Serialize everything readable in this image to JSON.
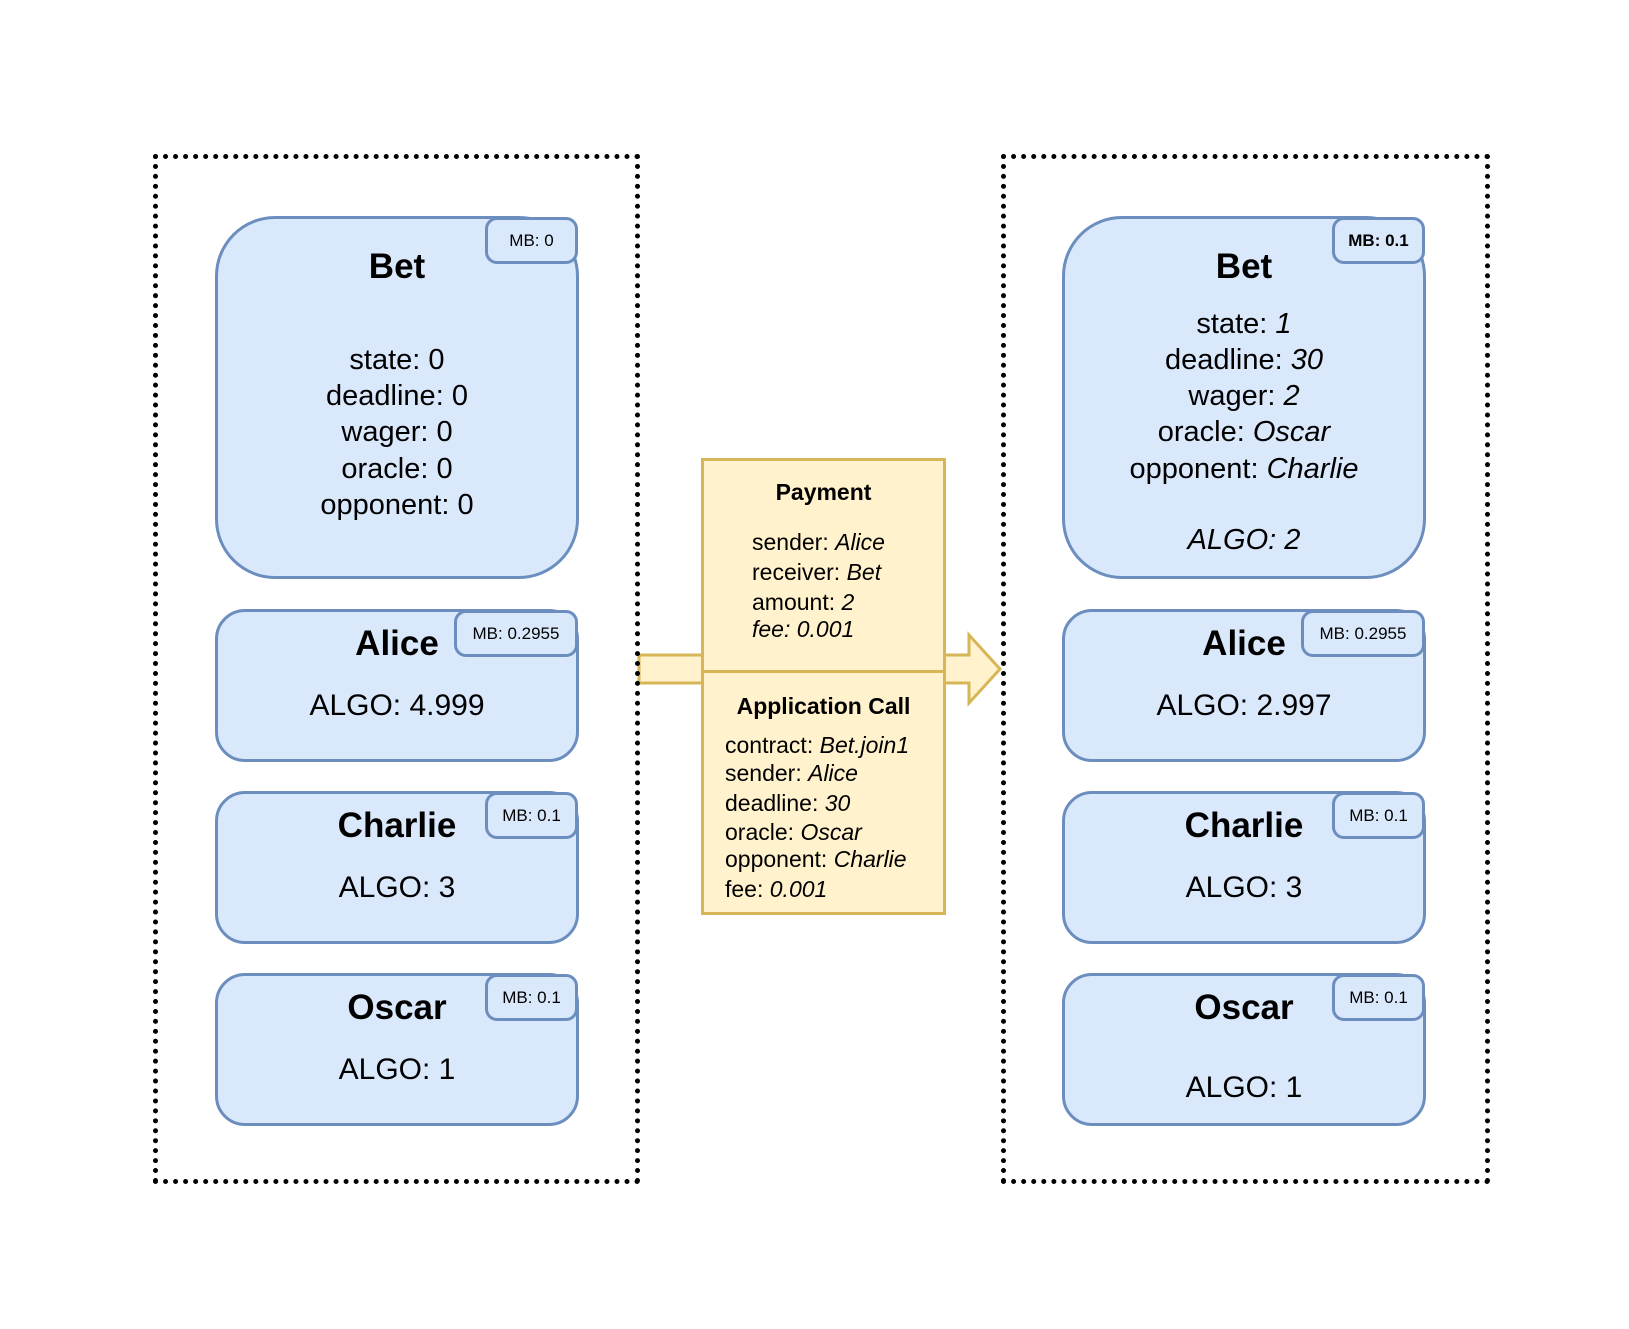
{
  "before": {
    "bet": {
      "title": "Bet",
      "mb": "MB: 0",
      "fields": [
        {
          "label": "state: ",
          "value": "0"
        },
        {
          "label": "deadline: ",
          "value": "0"
        },
        {
          "label": "wager: ",
          "value": "0"
        },
        {
          "label": "oracle: ",
          "value": "0"
        },
        {
          "label": "opponent: ",
          "value": "0"
        }
      ]
    },
    "alice": {
      "title": "Alice",
      "mb": "MB: 0.2955",
      "algo": "ALGO: 4.999"
    },
    "charlie": {
      "title": "Charlie",
      "mb": "MB: 0.1",
      "algo": "ALGO: 3"
    },
    "oscar": {
      "title": "Oscar",
      "mb": "MB: 0.1",
      "algo": "ALGO: 1"
    }
  },
  "after": {
    "bet": {
      "title": "Bet",
      "mb": "MB: 0.1",
      "fields": [
        {
          "label": "state: ",
          "value": "1"
        },
        {
          "label": "deadline: ",
          "value": "30"
        },
        {
          "label": "wager: ",
          "value": "2"
        },
        {
          "label": "oracle: ",
          "value": "Oscar"
        },
        {
          "label": "opponent: ",
          "value": "Charlie"
        }
      ],
      "algo": "ALGO: 2"
    },
    "alice": {
      "title": "Alice",
      "mb": "MB: 0.2955",
      "algo": "ALGO: 2.997"
    },
    "charlie": {
      "title": "Charlie",
      "mb": "MB: 0.1",
      "algo": "ALGO: 3"
    },
    "oscar": {
      "title": "Oscar",
      "mb": "MB: 0.1",
      "algo": "ALGO: 1"
    }
  },
  "payment": {
    "title": "Payment",
    "fields": [
      {
        "label": "sender: ",
        "value": "Alice"
      },
      {
        "label": "receiver: ",
        "value": "Bet"
      },
      {
        "label": "amount: ",
        "value": "2"
      },
      {
        "label": "",
        "value": "fee: 0.001"
      }
    ]
  },
  "app_call": {
    "title": "Application Call",
    "fields": [
      {
        "label": "contract: ",
        "value": "Bet.join1"
      },
      {
        "label": "sender: ",
        "value": "Alice"
      },
      {
        "label": "deadline: ",
        "value": "30"
      },
      {
        "label": "oracle: ",
        "value": "Oscar"
      },
      {
        "label": "opponent: ",
        "value": "Charlie"
      },
      {
        "label": "fee: ",
        "value": "0.001"
      }
    ]
  },
  "colors": {
    "account_fill": "#dae8fc",
    "account_stroke": "#6c8ebf",
    "tx_fill": "#fff2cc",
    "tx_stroke": "#d6b656",
    "frame": "#000000"
  }
}
